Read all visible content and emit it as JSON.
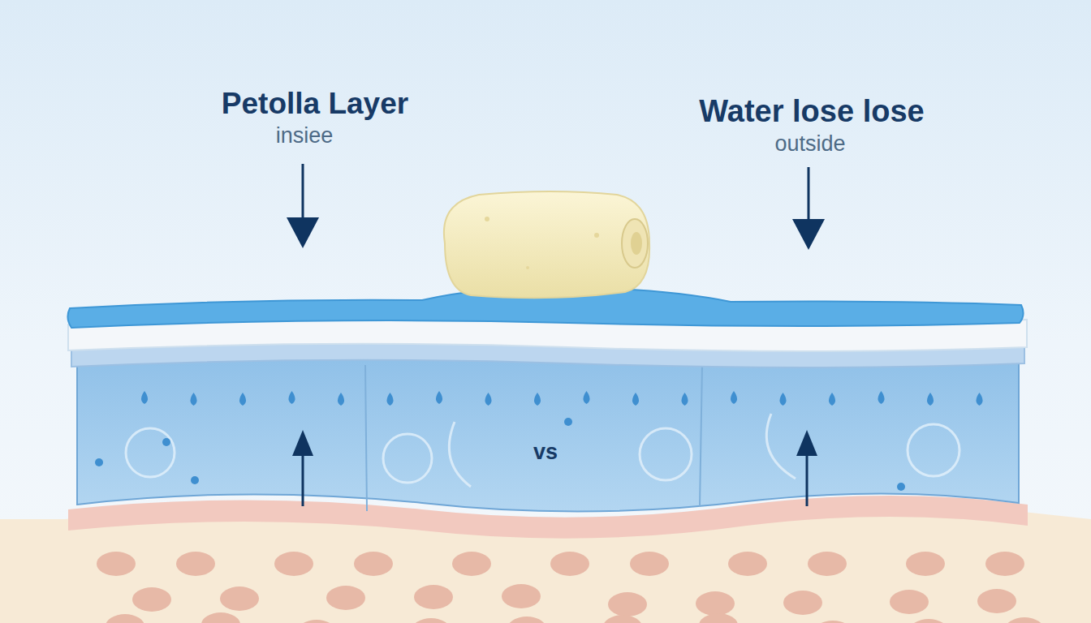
{
  "diagram": {
    "labels": [
      "Petolla Layer",
      "insiee",
      "Water lose lose",
      "outside",
      "vs"
    ]
  }
}
